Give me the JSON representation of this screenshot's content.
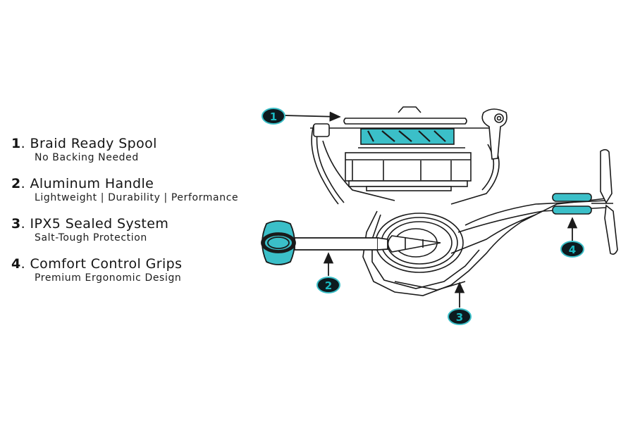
{
  "features": [
    {
      "number": "1",
      "title": "Braid Ready Spool",
      "subtitle": "No Backing Needed"
    },
    {
      "number": "2",
      "title": "Aluminum Handle",
      "subtitle": "Lightweight | Durability | Performance"
    },
    {
      "number": "3",
      "title": "IPX5 Sealed System",
      "subtitle": "Salt-Tough Protection"
    },
    {
      "number": "4",
      "title": "Comfort Control Grips",
      "subtitle": "Premium Ergonomic Design"
    }
  ],
  "callouts": [
    {
      "label": "1",
      "target": "spool"
    },
    {
      "label": "2",
      "target": "handle"
    },
    {
      "label": "3",
      "target": "body"
    },
    {
      "label": "4",
      "target": "grips"
    }
  ],
  "colors": {
    "accent": "#3bbfc8",
    "badge_fill": "#0d1a1f",
    "line": "#1a1a1a",
    "background": "#ffffff"
  }
}
